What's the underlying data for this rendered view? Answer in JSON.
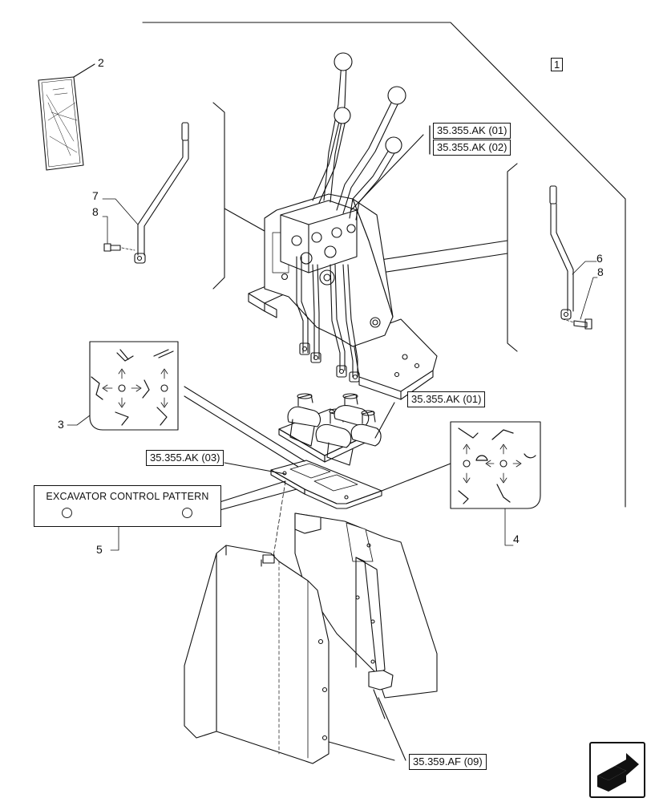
{
  "references": {
    "ak01_top": "35.355.AK (01)",
    "ak02": "35.355.AK (02)",
    "ak01_mid": "35.355.AK (01)",
    "ak03": "35.355.AK (03)",
    "af09": "35.359.AF (09)"
  },
  "callouts": {
    "item1": "1",
    "item2": "2",
    "item3": "3",
    "item4": "4",
    "item5": "5",
    "item6": "6",
    "item7": "7",
    "item8_left": "8",
    "item8_right": "8"
  },
  "decal": {
    "title": "EXCAVATOR CONTROL PATTERN"
  },
  "icons": {
    "nav": "next-page-arrow-icon"
  }
}
